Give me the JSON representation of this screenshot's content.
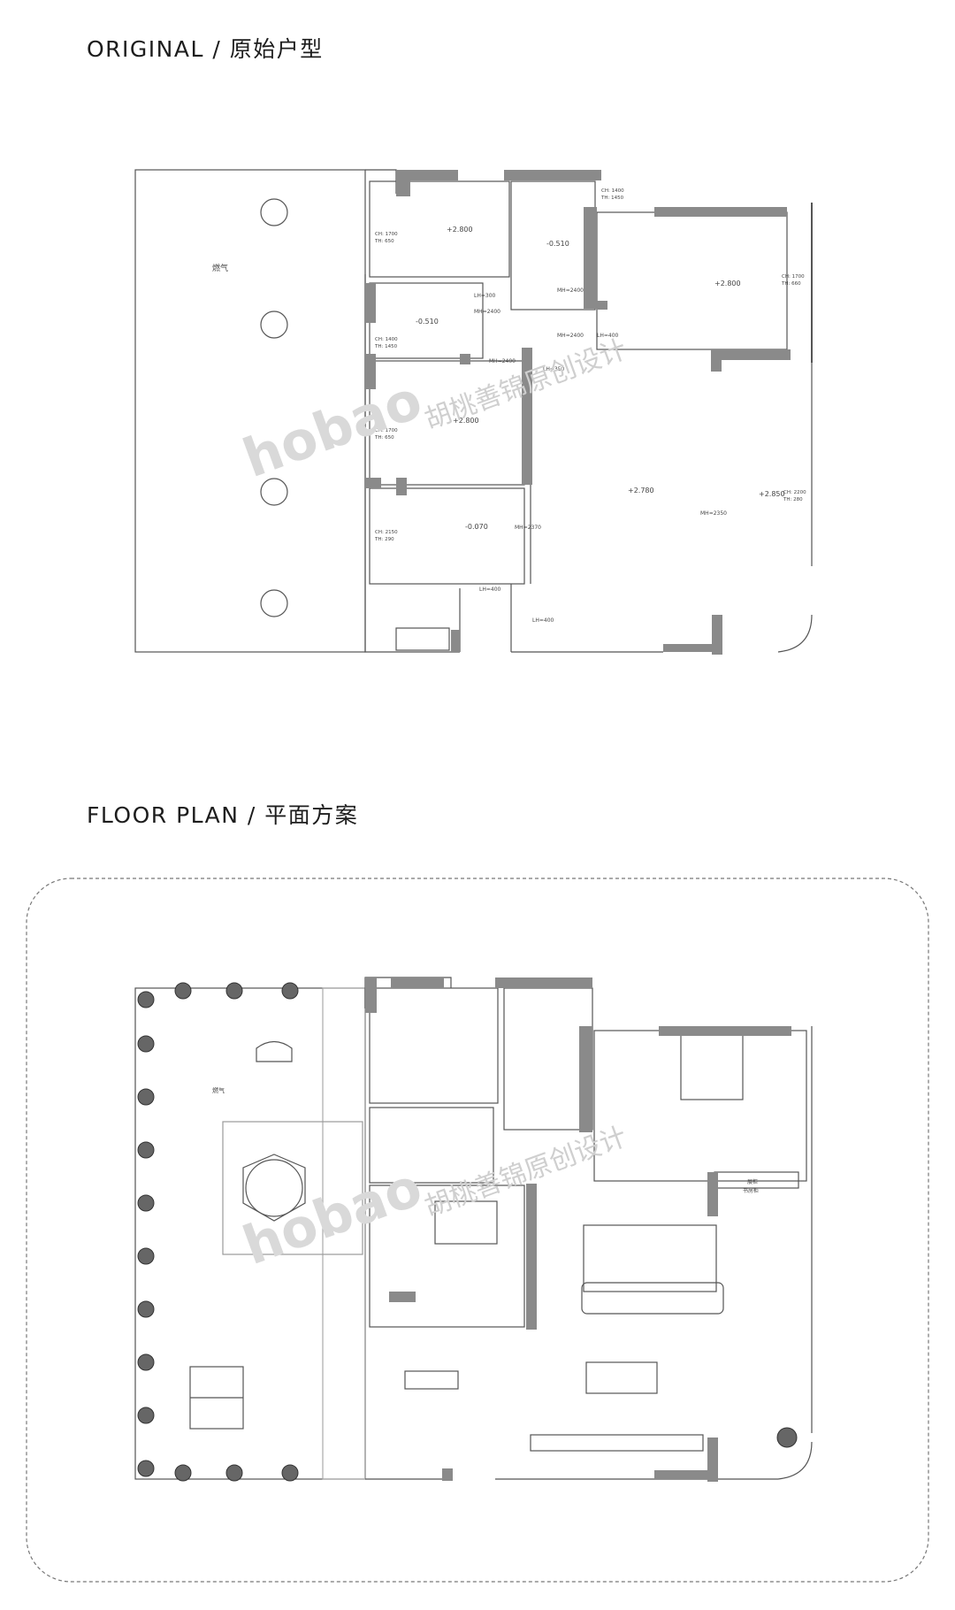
{
  "sections": {
    "original_title": "ORIGINAL / 原始户型",
    "plan_title": "FLOOR PLAN / 平面方案"
  },
  "watermark": {
    "logo": "hobao",
    "text": "胡桃善锦原创设计"
  },
  "original_plan": {
    "terrace_label": "燃气",
    "levels": {
      "r1": "+2.800",
      "r2": "-0.510",
      "r3": "+2.800",
      "r4": "-0.510",
      "r5": "+2.800",
      "r6": "+2.780",
      "r7": "+2.850",
      "r8": "-0.070"
    },
    "dims": {
      "mh2400_a": "MH=2400",
      "mh2400_b": "MH=2400",
      "mh2400_c": "MH=2400",
      "mh2400_d": "MH=2400",
      "lh300": "LH=300",
      "lh400_a": "LH=400",
      "lh350": "LH=350",
      "mh2350": "MH=2350",
      "mh2370": "MH=2370",
      "lh400_b": "LH=400",
      "lh400_c": "LH=400"
    },
    "windows": {
      "w1a": "CH: 1700",
      "w1b": "TH: 650",
      "w2a": "CH: 1400",
      "w2b": "TH: 1450",
      "w3a": "CH: 1700",
      "w3b": "TH: 660",
      "w4a": "CH: 1400",
      "w4b": "TH: 1450",
      "w5a": "CH: 1700",
      "w5b": "TH: 650",
      "w6a": "CH: 2200",
      "w6b": "TH: 280",
      "w7a": "CH: 2150",
      "w7b": "TH: 290"
    }
  },
  "floor_plan": {
    "terrace_label": "燃气",
    "tag_line1": "展柜",
    "tag_line2": "书房柜"
  }
}
